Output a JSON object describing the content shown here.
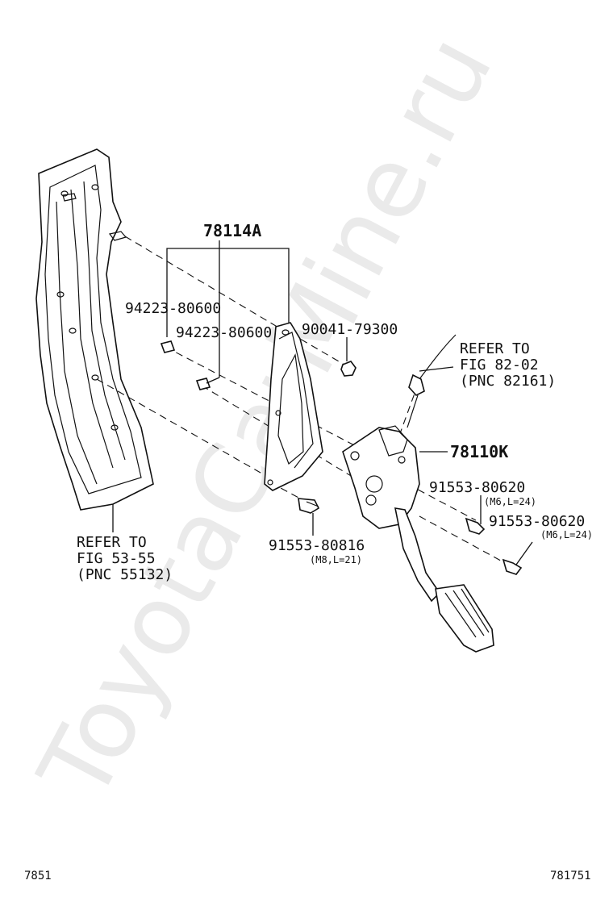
{
  "watermark": "ToyotaCarMine.ru",
  "labels": {
    "bracket_assy": "78114A",
    "clip_1": "94223-80600",
    "clip_2": "94223-80600",
    "nut": "90041-79300",
    "cable_ref_line1": "REFER TO",
    "cable_ref_line2": "FIG 82-02",
    "cable_ref_line3": "(PNC 82161)",
    "pedal_assy": "78110K",
    "bolt_upper": "91553-80620",
    "bolt_upper_spec": "(M6,L=24)",
    "bolt_lower": "91553-80620",
    "bolt_lower_spec": "(M6,L=24)",
    "bolt_bracket": "91553-80816",
    "bolt_bracket_spec": "(M8,L=21)",
    "panel_ref_line1": "REFER TO",
    "panel_ref_line2": "FIG 53-55",
    "panel_ref_line3": "(PNC 55132)"
  },
  "footer": {
    "left_code": "7851",
    "right_code": "781751"
  }
}
